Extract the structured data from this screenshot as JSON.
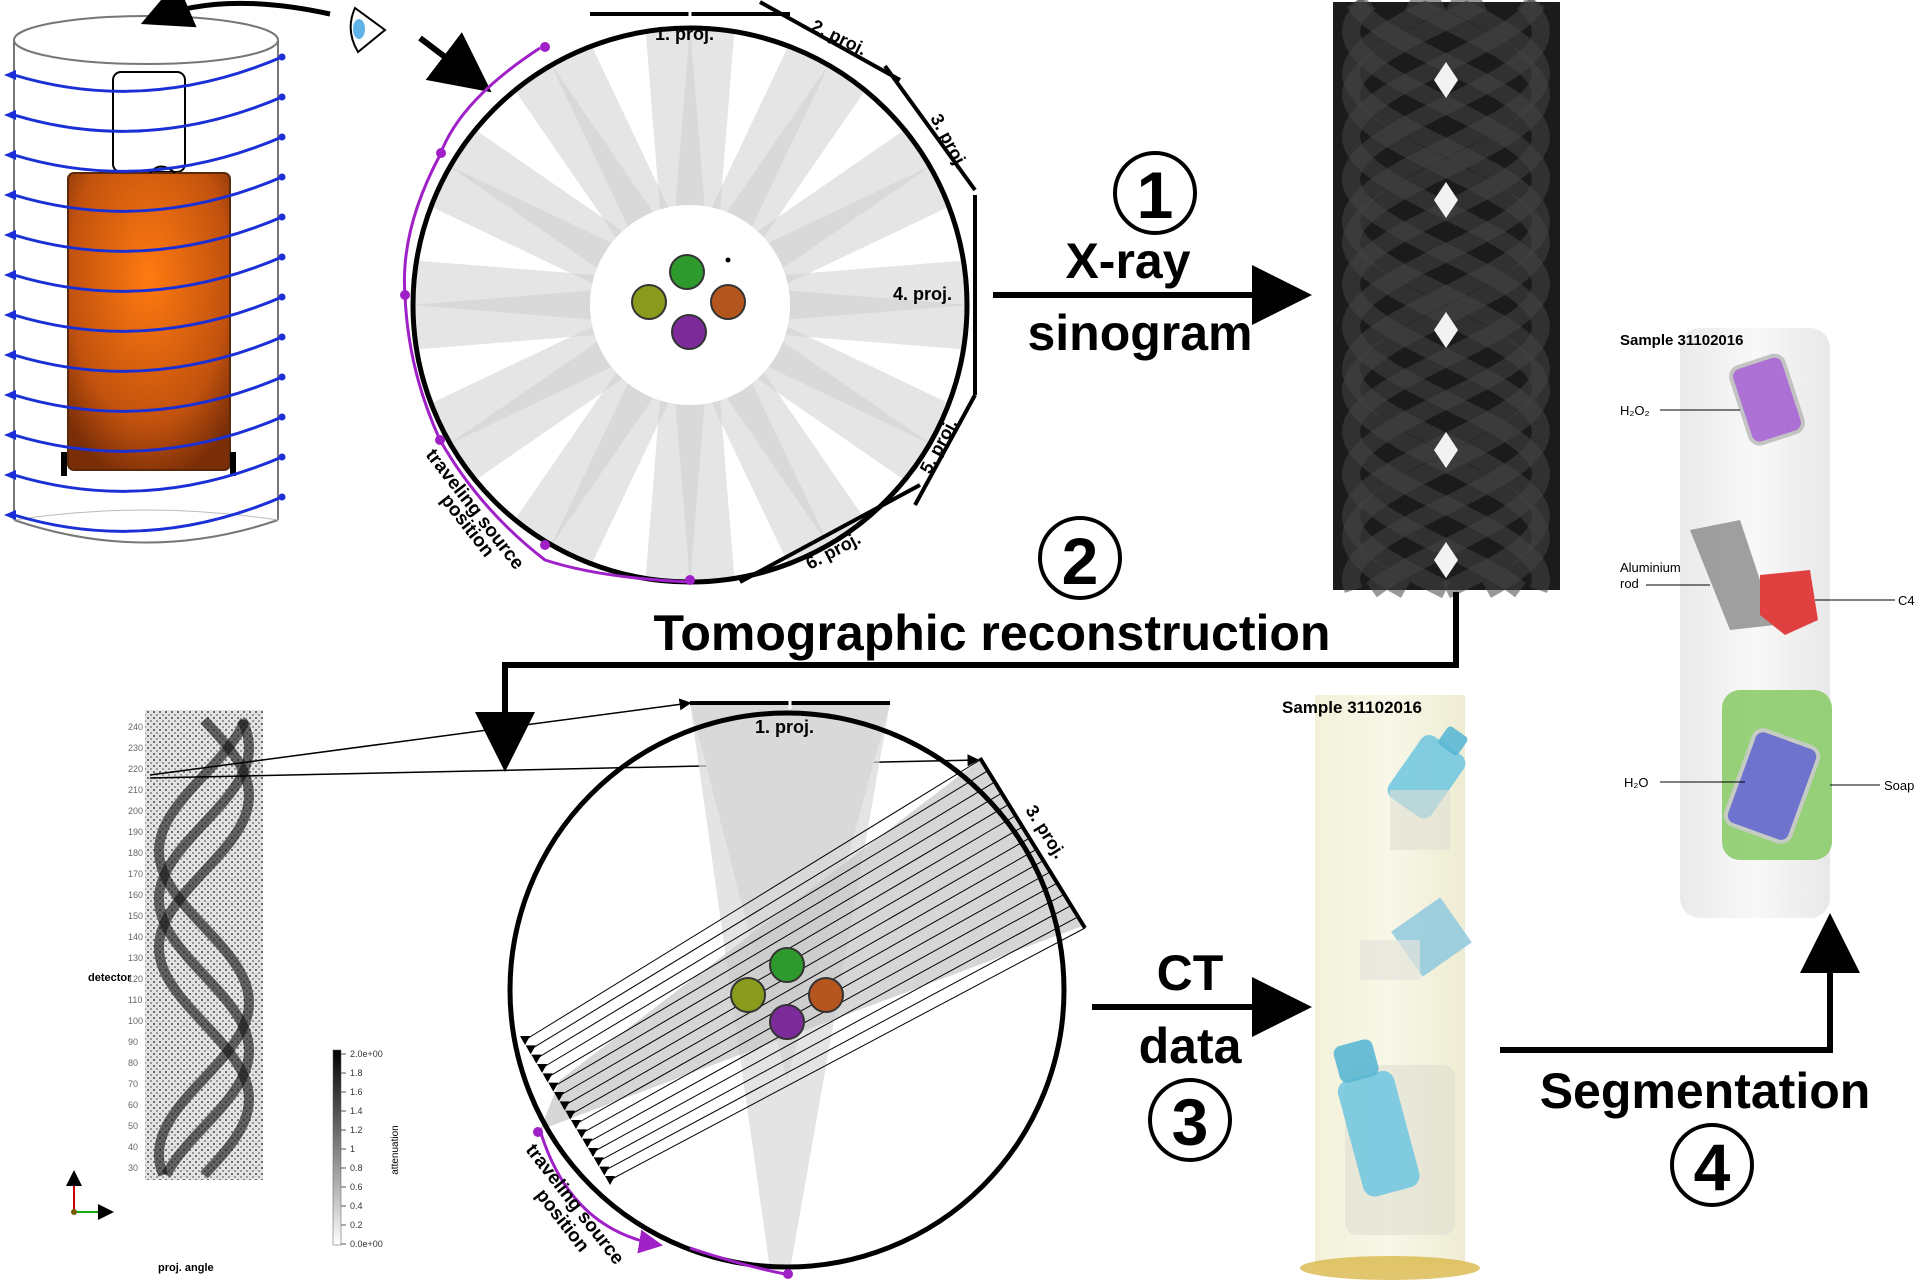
{
  "steps": [
    {
      "number": "1",
      "label_line1": "X-ray",
      "label_line2": "sinogram"
    },
    {
      "number": "2",
      "label_line1": "Tomographic reconstruction"
    },
    {
      "number": "3",
      "label_line1": "CT",
      "label_line2": "data"
    },
    {
      "number": "4",
      "label_line1": "Segmentation"
    }
  ],
  "projections_top": [
    "1. proj.",
    "2. proj.",
    "3. proj.",
    "4. proj.",
    "5. proj.",
    "6. proj."
  ],
  "projections_bottom": [
    "1. proj.",
    "3. proj."
  ],
  "source_label": {
    "line1": "traveling source",
    "line2": "position"
  },
  "sinogram_plot": {
    "ylabel": "detector",
    "xlabel": "proj. angle",
    "y_ticks": [
      "240",
      "230",
      "220",
      "210",
      "200",
      "190",
      "180",
      "170",
      "160",
      "150",
      "140",
      "130",
      "120",
      "110",
      "100",
      "90",
      "80",
      "70",
      "60",
      "50",
      "40",
      "30"
    ],
    "colorbar_title": "attenuation",
    "colorbar_ticks": [
      "2.0e+00",
      "1.8",
      "1.6",
      "1.4",
      "1.2",
      "1",
      "0.8",
      "0.6",
      "0.4",
      "0.2",
      "0.0e+00"
    ]
  },
  "ct_sample_title": "Sample 31102016",
  "seg_sample_title": "Sample 31102016",
  "seg_labels": {
    "h2o2": "H₂O₂",
    "aluminium_line1": "Aluminium",
    "aluminium_line2": "rod",
    "c4": "C4",
    "h2o": "H₂O",
    "soap": "Soap"
  },
  "colors": {
    "coil": "#1a2fd6",
    "source": "#a020c8",
    "suitcase": "#e2620e",
    "green_ball": "#2e9a2e",
    "olive_ball": "#8a9a1c",
    "brown_ball": "#b5561e",
    "purple_ball": "#7d2a9a"
  }
}
